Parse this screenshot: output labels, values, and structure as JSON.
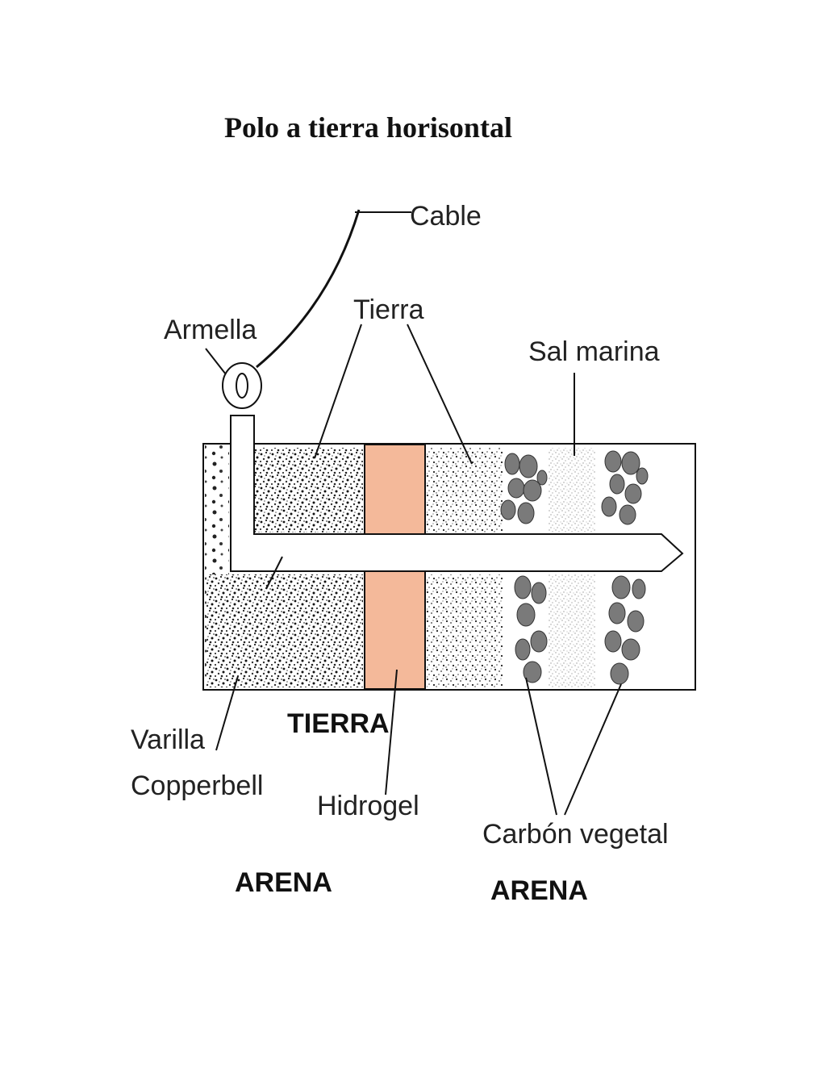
{
  "title": "Polo a tierra horisontal",
  "labels": {
    "cable": "Cable",
    "armella": "Armella",
    "tierra_top": "Tierra",
    "sal_marina": "Sal marina",
    "varilla": "Varilla",
    "copperbell": "Copperbell",
    "tierra_bottom": "TIERRA",
    "hidrogel": "Hidrogel",
    "carbon_vegetal": "Carbón vegetal",
    "arena_left": "ARENA",
    "arena_right": "ARENA"
  },
  "colors": {
    "hidrogel": "#f4b99a",
    "outline": "#111111",
    "carbon": "#7a7a7a",
    "sal": "#cfcfcf"
  }
}
